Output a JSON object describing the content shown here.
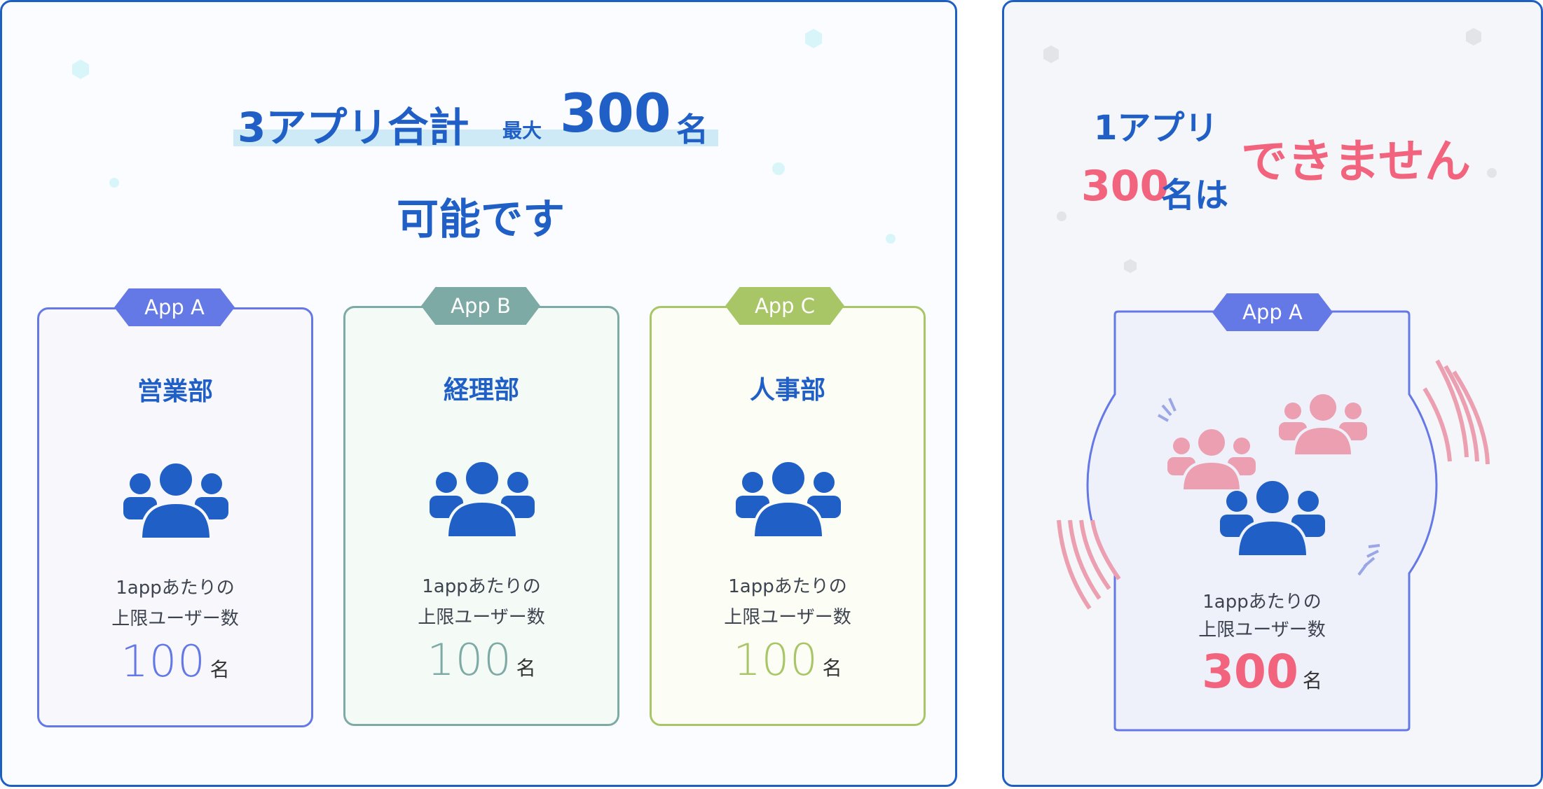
{
  "left": {
    "headline": {
      "part1": "3アプリ合計",
      "part2": "最大",
      "number": "300",
      "unit": "名",
      "line2": "可能です"
    },
    "cards": [
      {
        "tag": "App A",
        "dept": "営業部",
        "desc1": "1appあたりの",
        "desc2": "上限ユーザー数",
        "value": "100",
        "unit": "名",
        "color": "#6478e6"
      },
      {
        "tag": "App B",
        "dept": "経理部",
        "desc1": "1appあたりの",
        "desc2": "上限ユーザー数",
        "value": "100",
        "unit": "名",
        "color": "#7eaaa6"
      },
      {
        "tag": "App C",
        "dept": "人事部",
        "desc1": "1appあたりの",
        "desc2": "上限ユーザー数",
        "value": "100",
        "unit": "名",
        "color": "#a9c667"
      }
    ]
  },
  "right": {
    "headline": {
      "line1": "1アプリ",
      "number": "300",
      "suffix": "名は",
      "cannot": "できません"
    },
    "card": {
      "tag": "App A",
      "desc1": "1appあたりの",
      "desc2": "上限ユーザー数",
      "value": "300",
      "unit": "名",
      "color": "#6478e6"
    }
  },
  "colors": {
    "brand_blue": "#1f5fc6",
    "pink": "#f2637e",
    "pink_light": "#ec9fb0",
    "icon_blue": "#1f5fc6"
  },
  "icons": {
    "group": "group-of-people-icon"
  }
}
